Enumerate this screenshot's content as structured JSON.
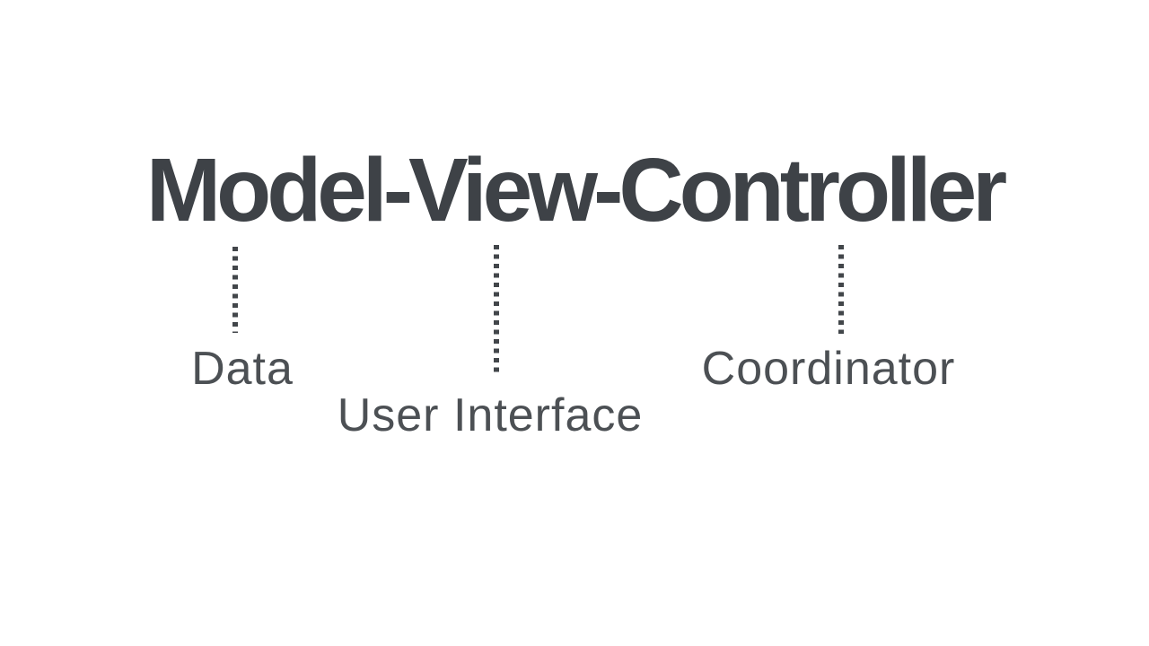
{
  "diagram": {
    "title": "Model-View-Controller",
    "colors": {
      "background": "#ffffff",
      "title_text": "#3e4247",
      "label_text": "#4c5054",
      "connector": "#42464a"
    },
    "mapping": [
      {
        "component": "Model",
        "meaning": "Data"
      },
      {
        "component": "View",
        "meaning": "User Interface"
      },
      {
        "component": "Controller",
        "meaning": "Coordinator"
      }
    ]
  }
}
